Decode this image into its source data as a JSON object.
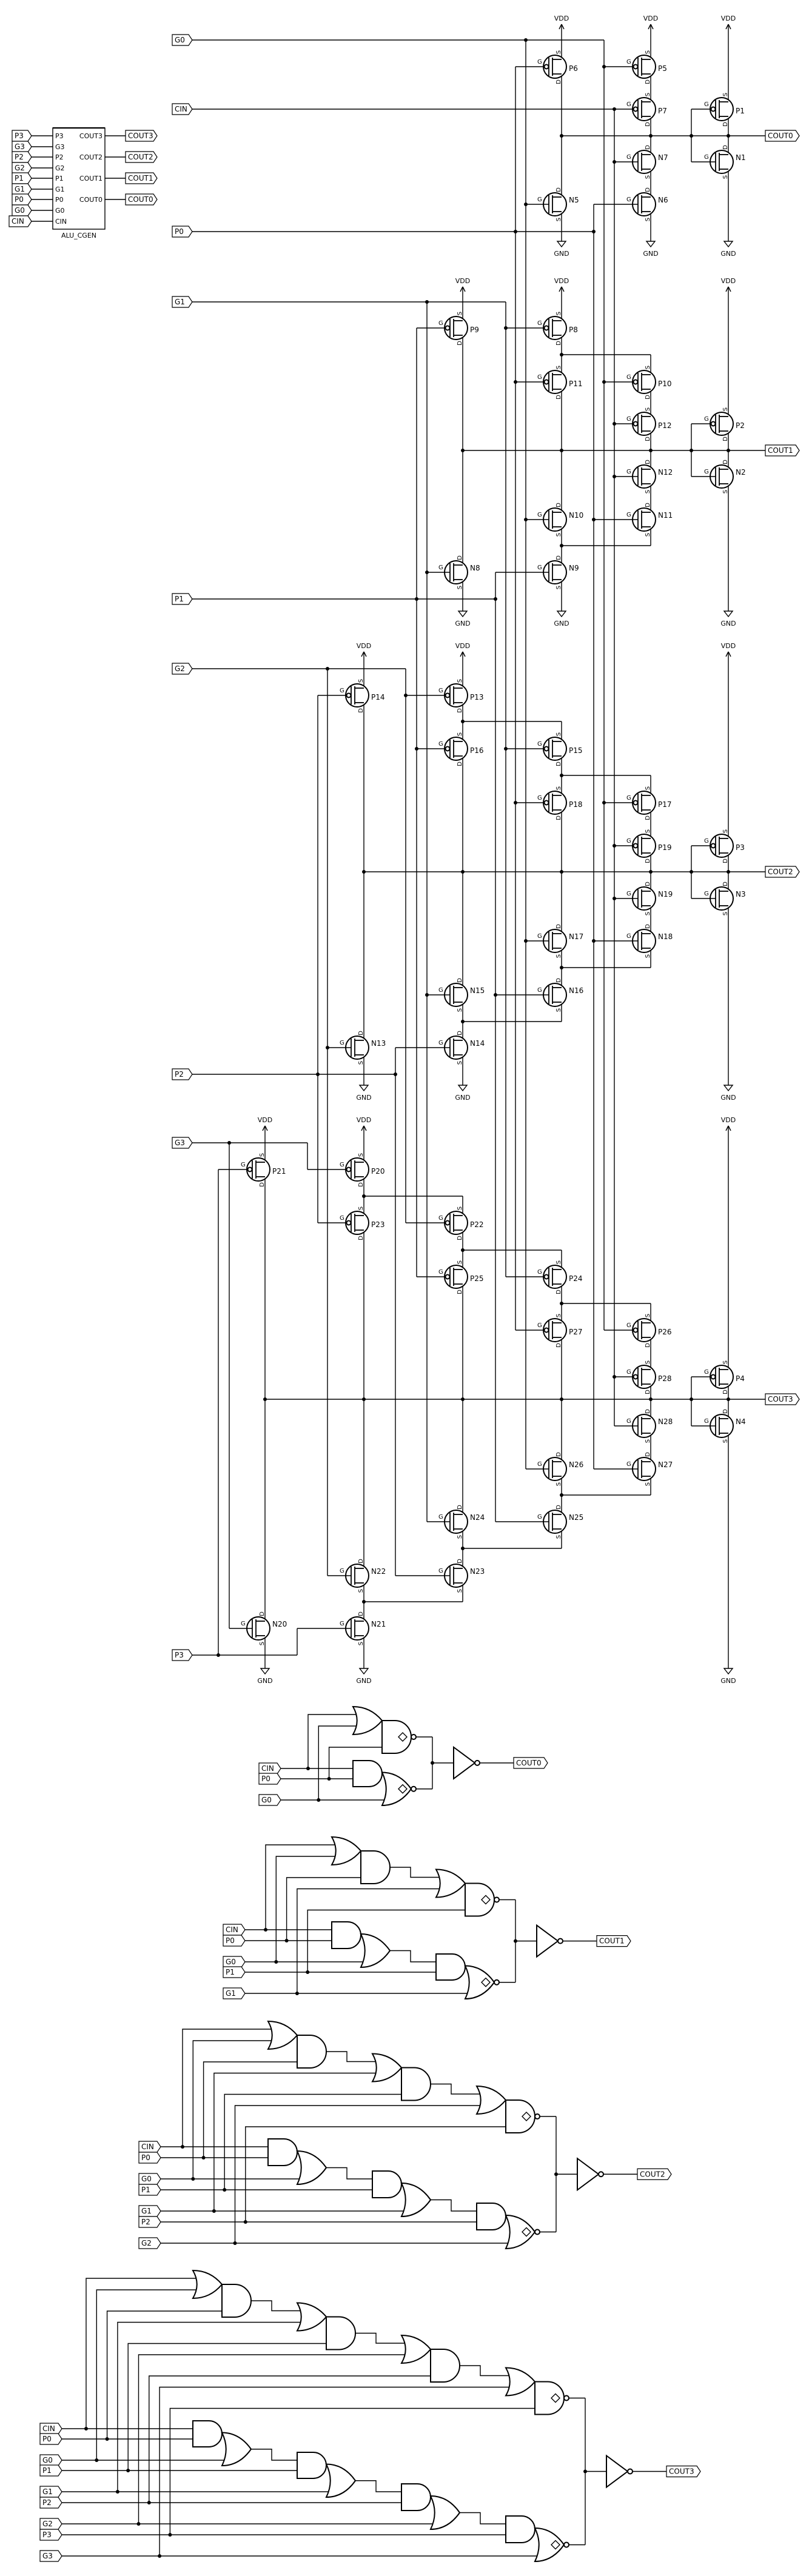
{
  "symbol": {
    "name": "ALU_CGEN",
    "input_ports": [
      "P3",
      "G3",
      "P2",
      "G2",
      "P1",
      "G1",
      "P0",
      "G0",
      "CIN"
    ],
    "output_ports": [
      "COUT3",
      "COUT2",
      "COUT1",
      "COUT0"
    ],
    "input_nets": [
      "P3",
      "G3",
      "P2",
      "G2",
      "P1",
      "G1",
      "P0",
      "G0",
      "CIN"
    ],
    "output_nets": [
      "COUT3",
      "COUT2",
      "COUT1",
      "COUT0"
    ]
  },
  "transistor_schematic": {
    "power_label": "VDD",
    "ground_label": "GND",
    "pin_labels": {
      "gate": "G",
      "source": "S",
      "drain": "D"
    },
    "inputs": [
      "G0",
      "CIN",
      "P0",
      "G1",
      "P1",
      "G2",
      "P2",
      "G3",
      "P3"
    ],
    "blocks": [
      {
        "output": "COUT0",
        "transistors": [
          "P6",
          "P5",
          "P7",
          "N7",
          "N6",
          "N5",
          "P1",
          "N1"
        ]
      },
      {
        "output": "COUT1",
        "transistors": [
          "P9",
          "P8",
          "P11",
          "P10",
          "P12",
          "P2",
          "N2",
          "N12",
          "N11",
          "N10",
          "N9",
          "N8"
        ]
      },
      {
        "output": "COUT2",
        "transistors": [
          "P14",
          "P13",
          "P16",
          "P15",
          "P18",
          "P17",
          "P19",
          "P3",
          "N3",
          "N19",
          "N18",
          "N17",
          "N16",
          "N15",
          "N14",
          "N13"
        ]
      },
      {
        "output": "COUT3",
        "transistors": [
          "P21",
          "P20",
          "P23",
          "P22",
          "P25",
          "P24",
          "P27",
          "P26",
          "P28",
          "P4",
          "N4",
          "N28",
          "N27",
          "N26",
          "N25",
          "N24",
          "N23",
          "N22",
          "N21",
          "N20"
        ]
      }
    ]
  },
  "gate_schematics": [
    {
      "inputs": [
        "CIN",
        "P0",
        "G0"
      ],
      "output": "COUT0"
    },
    {
      "inputs": [
        "CIN",
        "P0",
        "G0",
        "P1",
        "G1"
      ],
      "output": "COUT1"
    },
    {
      "inputs": [
        "CIN",
        "P0",
        "G0",
        "P1",
        "G1",
        "P2",
        "G2"
      ],
      "output": "COUT2"
    },
    {
      "inputs": [
        "CIN",
        "P0",
        "G0",
        "P1",
        "G1",
        "P2",
        "G2",
        "P3",
        "G3"
      ],
      "output": "COUT3"
    }
  ]
}
